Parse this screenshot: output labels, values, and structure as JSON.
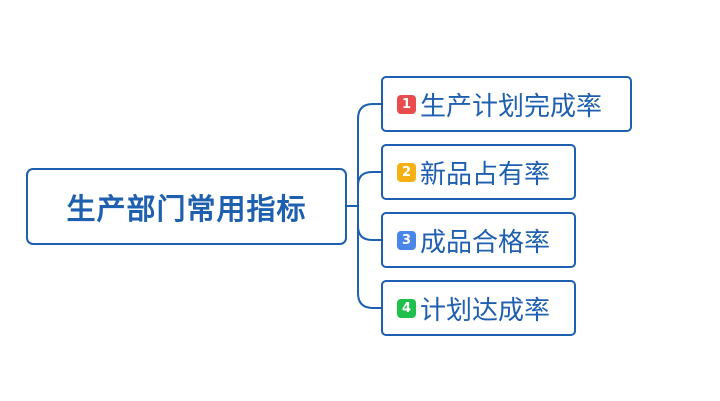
{
  "root": {
    "label": "生产部门常用指标"
  },
  "children": [
    {
      "num": "1",
      "label": "生产计划完成率",
      "badge_color": "#e84c4c"
    },
    {
      "num": "2",
      "label": "新品占有率",
      "badge_color": "#f5b014"
    },
    {
      "num": "3",
      "label": "成品合格率",
      "badge_color": "#4a86e8"
    },
    {
      "num": "4",
      "label": "计划达成率",
      "badge_color": "#1fc04b"
    }
  ],
  "colors": {
    "line": "#1f5fb0",
    "text": "#1f5fb0",
    "background": "#ffffff"
  }
}
